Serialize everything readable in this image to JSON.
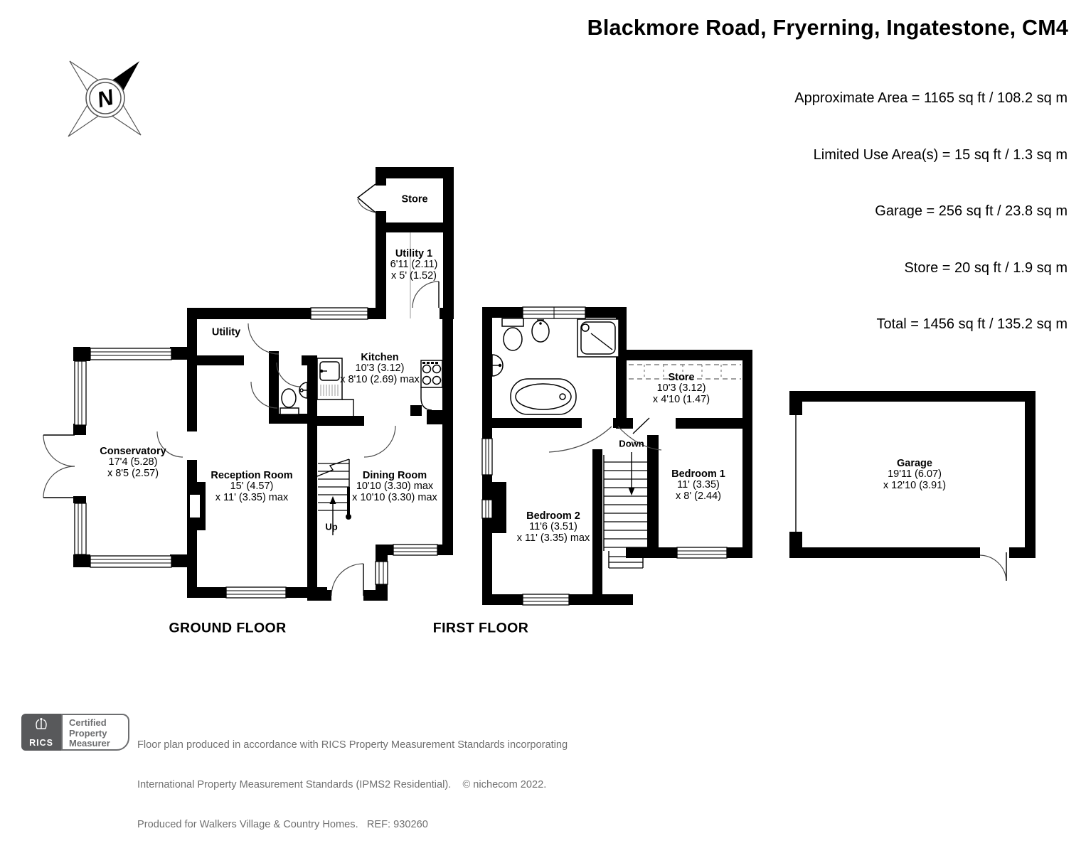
{
  "colors": {
    "wall": "#000000",
    "door_arc": "#4a4a4a",
    "footer_text": "#707070",
    "logo_box": "#58595b"
  },
  "header": {
    "title": "Blackmore Road, Fryerning, Ingatestone, CM4",
    "area_lines": [
      "Approximate Area = 1165 sq ft / 108.2 sq m",
      "Limited Use Area(s) = 15 sq ft / 1.3 sq m",
      "Garage = 256 sq ft / 23.8 sq m",
      "Store = 20 sq ft / 1.9 sq m",
      "Total = 1456 sq ft / 135.2 sq m"
    ]
  },
  "compass": {
    "north_label": "N",
    "icon": "compass-north-arrow"
  },
  "ground_floor": {
    "caption": "GROUND FLOOR",
    "stairs_label": "Up",
    "rooms": {
      "store": {
        "name": "Store"
      },
      "utility1": {
        "name": "Utility 1",
        "dim1": "6'11 (2.11)",
        "dim2": "x 5' (1.52)"
      },
      "utility": {
        "name": "Utility"
      },
      "kitchen": {
        "name": "Kitchen",
        "dim1": "10'3 (3.12)",
        "dim2": "x 8'10 (2.69) max"
      },
      "conservatory": {
        "name": "Conservatory",
        "dim1": "17'4 (5.28)",
        "dim2": "x 8'5 (2.57)"
      },
      "reception_room": {
        "name": "Reception Room",
        "dim1": "15' (4.57)",
        "dim2": "x 11' (3.35) max"
      },
      "dining_room": {
        "name": "Dining Room",
        "dim1": "10'10 (3.30) max",
        "dim2": "x 10'10 (3.30) max"
      }
    }
  },
  "first_floor": {
    "caption": "FIRST FLOOR",
    "stairs_label": "Down",
    "rooms": {
      "store": {
        "name": "Store",
        "dim1": "10'3 (3.12)",
        "dim2": "x 4'10 (1.47)"
      },
      "bedroom1": {
        "name": "Bedroom 1",
        "dim1": "11' (3.35)",
        "dim2": "x 8' (2.44)"
      },
      "bedroom2": {
        "name": "Bedroom 2",
        "dim1": "11'6 (3.51)",
        "dim2": "x 11' (3.35) max"
      }
    }
  },
  "garage": {
    "name": "Garage",
    "dim1": "19'11 (6.07)",
    "dim2": "x 12'10 (3.91)"
  },
  "footer": {
    "rics_label": "RICS",
    "rics_icon": "rics-crest",
    "badge_lines": [
      "Certified",
      "Property",
      "Measurer"
    ],
    "disclaimer": [
      "Floor plan produced in accordance with RICS Property Measurement Standards incorporating",
      "International Property Measurement Standards (IPMS2 Residential).    © nichecom 2022.",
      "Produced for Walkers Village & Country Homes.   REF: 930260"
    ]
  }
}
